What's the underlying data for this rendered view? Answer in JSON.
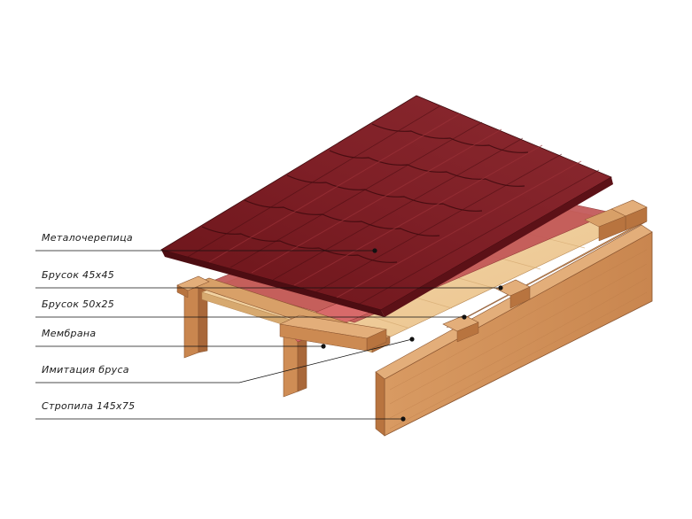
{
  "callouts": [
    {
      "label": "Металочерепица",
      "part": "metal-tile"
    },
    {
      "label": "Брусок 45х45",
      "part": "batten-45x45"
    },
    {
      "label": "Брусок 50х25",
      "part": "counter-batten-50x25"
    },
    {
      "label": "Мембрана",
      "part": "membrane"
    },
    {
      "label": "Имитация бруса",
      "part": "timber-imitation-lining"
    },
    {
      "label": "Стропила 145х75",
      "part": "rafter-145x75"
    }
  ],
  "colors": {
    "tile": "#7a1c22",
    "tile_dark": "#4d0d12",
    "tile_light": "#9a2e34",
    "wood": "#d4965f",
    "wood_dark": "#a8683a",
    "wood_light": "#e6b483",
    "membrane": "#c85a5a",
    "lining": "#f0cf9c",
    "leader": "#111111"
  }
}
